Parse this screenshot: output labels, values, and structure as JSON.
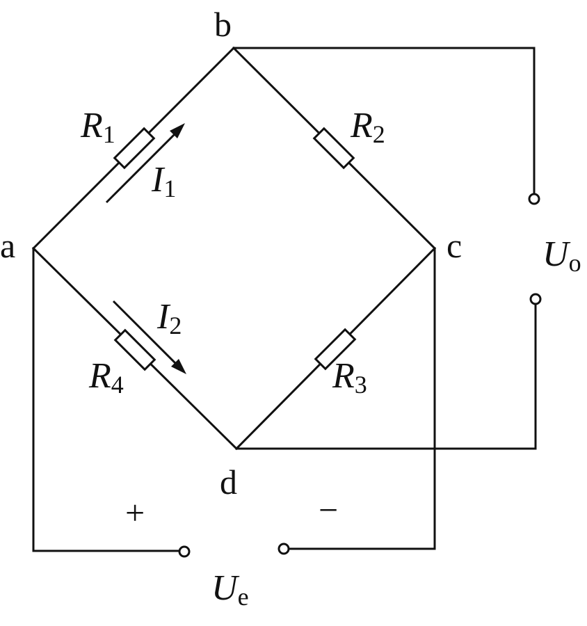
{
  "nodes": {
    "a": "a",
    "b": "b",
    "c": "c",
    "d": "d"
  },
  "resistors": [
    {
      "symbol": "R",
      "sub": "1"
    },
    {
      "symbol": "R",
      "sub": "2"
    },
    {
      "symbol": "R",
      "sub": "3"
    },
    {
      "symbol": "R",
      "sub": "4"
    }
  ],
  "currents": [
    {
      "symbol": "I",
      "sub": "1"
    },
    {
      "symbol": "I",
      "sub": "2"
    }
  ],
  "output": {
    "symbol": "U",
    "sub": "o"
  },
  "excitation": {
    "symbol": "U",
    "sub": "e",
    "plus": "+",
    "minus": "−"
  },
  "colors": {
    "ink": "#111111",
    "background": "#ffffff"
  }
}
